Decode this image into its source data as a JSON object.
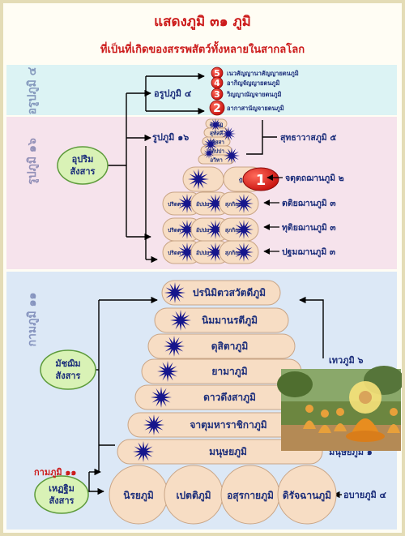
{
  "title": "แสดงภูมิ ๓๑ ภูมิ",
  "subtitle": "ที่เป็นที่เกิดของสรรพสัตว์ทั้งหลายในสากลโลก",
  "colors": {
    "title_red": "#cc1b1b",
    "text_navy": "#1b2d7a",
    "arupa_band": "#dcf3f4",
    "rupa_band": "#f6e3ec",
    "kama_band": "#dce8f6",
    "pill_fill": "#f7ddc4",
    "star": "#16168c",
    "oval_green": "#d9f2b6"
  },
  "arupa": {
    "band_label": "อรูปภูมิ ๔",
    "branch_label": "อรูปภูมิ ๔",
    "levels": [
      {
        "num": "5",
        "label": "เนวสัญญานาสัญญายตนภูมิ"
      },
      {
        "num": "4",
        "label": "อากิญจัญญายตนภูมิ"
      },
      {
        "num": "3",
        "label": "วิญญาณัญจายตนภูมิ"
      },
      {
        "num": "2",
        "label": "อากาสานัญจายตนภูมิ"
      }
    ]
  },
  "rupa": {
    "band_label": "รูปภูมิ ๑๖",
    "branch_label": "รูปภูมิ ๑๖",
    "oval_line1": "อุปริม",
    "oval_line2": "สังสาร",
    "suddhavasa_pills": [
      "อกนิฏ",
      "สุทัสสี",
      "สุทัสสา",
      "อตัปปา",
      "อวิหา"
    ],
    "chatuttha_pills": [
      "",
      "ปัญ"
    ],
    "red_badge": "1",
    "ladder_pills": [
      "ปริตตา",
      "อัปปมา",
      "สุภกิณ"
    ],
    "groups": [
      {
        "label": "สุทธาวาสภูมิ ๕"
      },
      {
        "label": "จตุตถฌานภูมิ ๒"
      },
      {
        "label": "ตติยฌานภูมิ ๓"
      },
      {
        "label": "ทุติยฌานภูมิ ๓"
      },
      {
        "label": "ปฐมฌานภูมิ ๓"
      }
    ]
  },
  "kama": {
    "band_label": "กามภูมิ ๑๑",
    "branch_label": "กามภูมิ ๑๑",
    "middle_oval_line1": "มัชฌิม",
    "middle_oval_line2": "สังสาร",
    "lower_oval_line1": "เหฏฐิม",
    "lower_oval_line2": "สังสาร",
    "deva_levels": [
      {
        "label": "ปรนิมิตวสวัตดีภูมิ"
      },
      {
        "label": "นิมมานรตีภูมิ"
      },
      {
        "label": "ดุสิตาภูมิ"
      },
      {
        "label": "ยามาภูมิ"
      },
      {
        "label": "ดาวดึงสาภูมิ"
      },
      {
        "label": "จาตุมหาราชิกาภูมิ"
      },
      {
        "label": "มนุษยภูมิ"
      }
    ],
    "apaya_levels": [
      {
        "label": "นิรยภูมิ"
      },
      {
        "label": "เปตติภูมิ"
      },
      {
        "label": "อสุรกายภูมิ"
      },
      {
        "label": "ดิรัจฉานภูมิ"
      }
    ],
    "deva_group_label": "เทวภูมิ ๖",
    "manussa_group_label": "มนุษยภูมิ ๑",
    "apaya_group_label": "อบายภูมิ ๔",
    "painting_icon": "buddha-teaching-painting"
  }
}
